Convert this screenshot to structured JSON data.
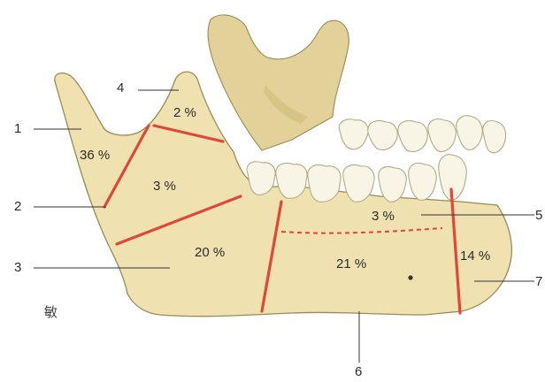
{
  "regions": [
    {
      "number": "1",
      "percent": "36 %"
    },
    {
      "number": "2",
      "percent": "3 %"
    },
    {
      "number": "3",
      "percent": "20 %"
    },
    {
      "number": "4",
      "percent": "2 %"
    },
    {
      "number": "5",
      "percent": "3 %"
    },
    {
      "number": "6",
      "percent": "21 %"
    },
    {
      "number": "7",
      "percent": "14 %"
    }
  ],
  "corner_mark": "敏",
  "colors": {
    "bone": "#efe2b0",
    "fracture_line": "#e0463a",
    "tooth": "#f8f5e6"
  }
}
